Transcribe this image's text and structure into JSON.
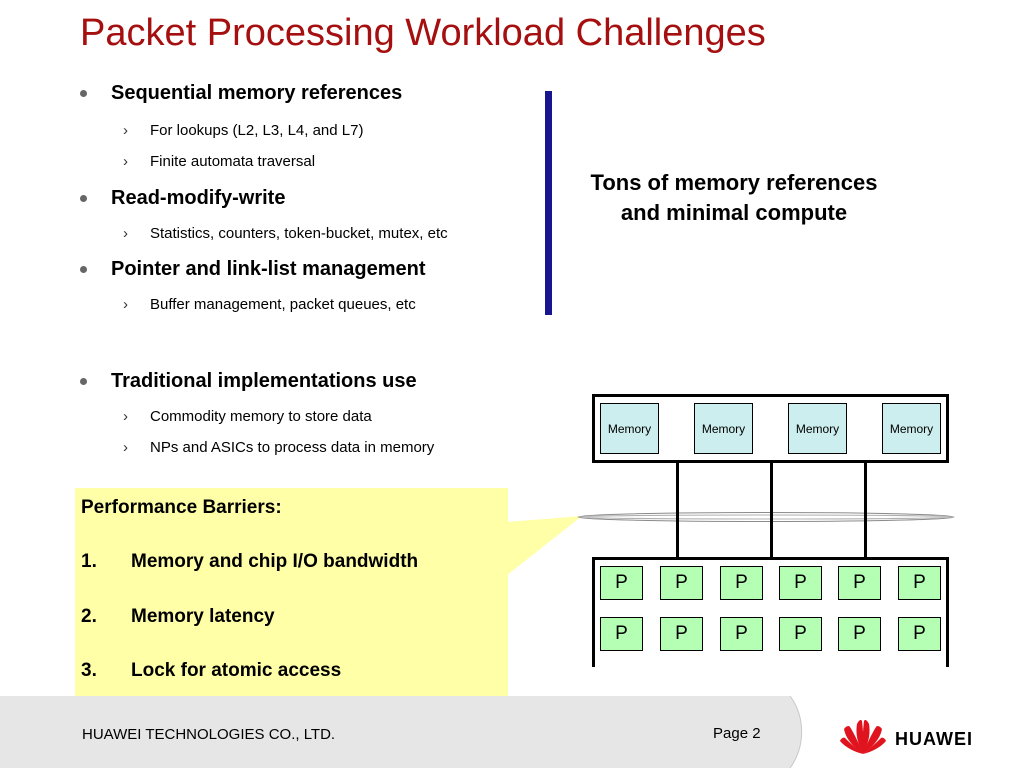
{
  "title": "Packet Processing Workload Challenges",
  "bullets": [
    {
      "label": "Sequential memory references",
      "sub": [
        "For lookups (L2, L3, L4, and L7)",
        "Finite automata traversal"
      ]
    },
    {
      "label": "Read-modify-write",
      "sub": [
        "Statistics, counters, token-bucket, mutex, etc"
      ]
    },
    {
      "label": "Pointer and link-list management",
      "sub": [
        "Buffer management, packet queues, etc"
      ]
    },
    {
      "label": "Traditional implementations use",
      "sub": [
        "Commodity memory to store data",
        "NPs and ASICs to process data in memory"
      ]
    }
  ],
  "sub_bullet_glyph": "›",
  "callout": {
    "line1": "Tons of memory references",
    "line2": "and minimal compute"
  },
  "performance": {
    "heading": "Performance Barriers:",
    "items": [
      {
        "num": "1.",
        "label": "Memory and chip I/O bandwidth"
      },
      {
        "num": "2.",
        "label": "Memory latency"
      },
      {
        "num": "3.",
        "label": "Lock for atomic access"
      }
    ]
  },
  "diagram": {
    "memory_label": "Memory",
    "processor_label": "P",
    "colors": {
      "memory": "#cdeeee",
      "processor": "#b4ffb4",
      "highlight": "#ffffa8"
    }
  },
  "footer": {
    "company": "HUAWEI TECHNOLOGIES CO., LTD.",
    "page": "Page 2",
    "brand": "HUAWEI"
  },
  "colors": {
    "title": "#a50f0f",
    "accent_bar": "#17168e",
    "logo": "#e0141e"
  }
}
